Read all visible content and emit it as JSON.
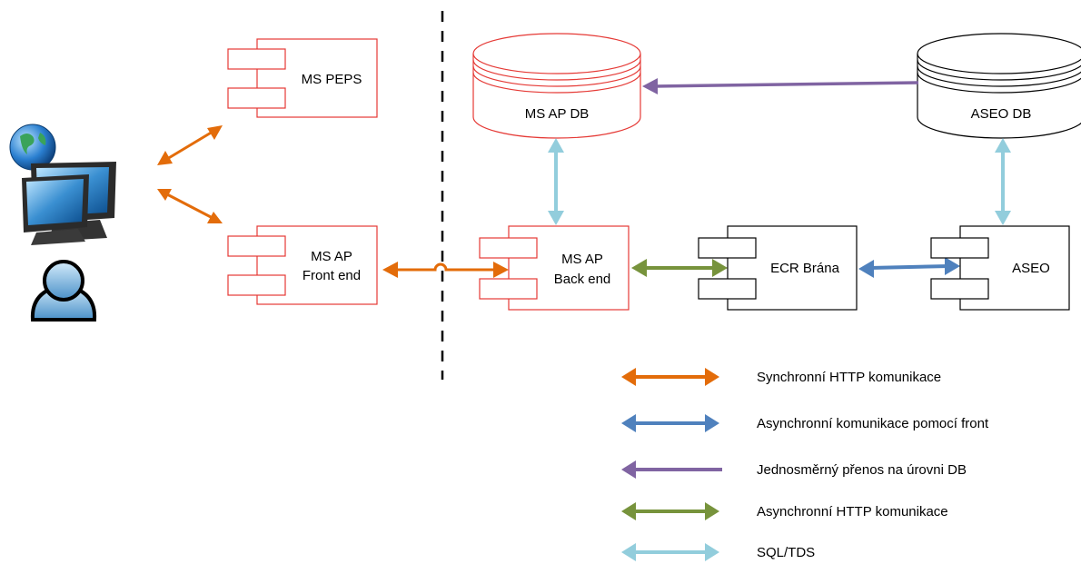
{
  "components": {
    "ms_peps": {
      "label": "MS PEPS"
    },
    "ms_ap_front": {
      "line1": "MS AP",
      "line2": "Front end"
    },
    "ms_ap_back": {
      "line1": "MS AP",
      "line2": "Back end"
    },
    "ecr_brana": {
      "label": "ECR Brána"
    },
    "aseo": {
      "label": "ASEO"
    }
  },
  "databases": {
    "ms_ap_db": {
      "label": "MS AP DB"
    },
    "aseo_db": {
      "label": "ASEO DB"
    }
  },
  "legend": [
    {
      "label": "Synchronní HTTP komunikace",
      "color": "#E36C0A",
      "style": "double-arrow"
    },
    {
      "label": "Asynchronní komunikace pomocí front",
      "color": "#4F81BD",
      "style": "double-arrow"
    },
    {
      "label": "Jednosměrný přenos na úrovni DB",
      "color": "#8064A2",
      "style": "single-arrow"
    },
    {
      "label": "Asynchronní HTTP komunikace",
      "color": "#77933C",
      "style": "double-arrow"
    },
    {
      "label": "SQL/TDS",
      "color": "#92CDDC",
      "style": "double-arrow"
    }
  ],
  "colors": {
    "internal_border": "#E53935",
    "external_border": "#000000",
    "sync_http": "#E36C0A",
    "async_queue": "#4F81BD",
    "db_transfer": "#8064A2",
    "async_http": "#77933C",
    "sql_tds": "#92CDDC"
  },
  "icons": [
    "globe-computer-icon",
    "user-icon"
  ]
}
